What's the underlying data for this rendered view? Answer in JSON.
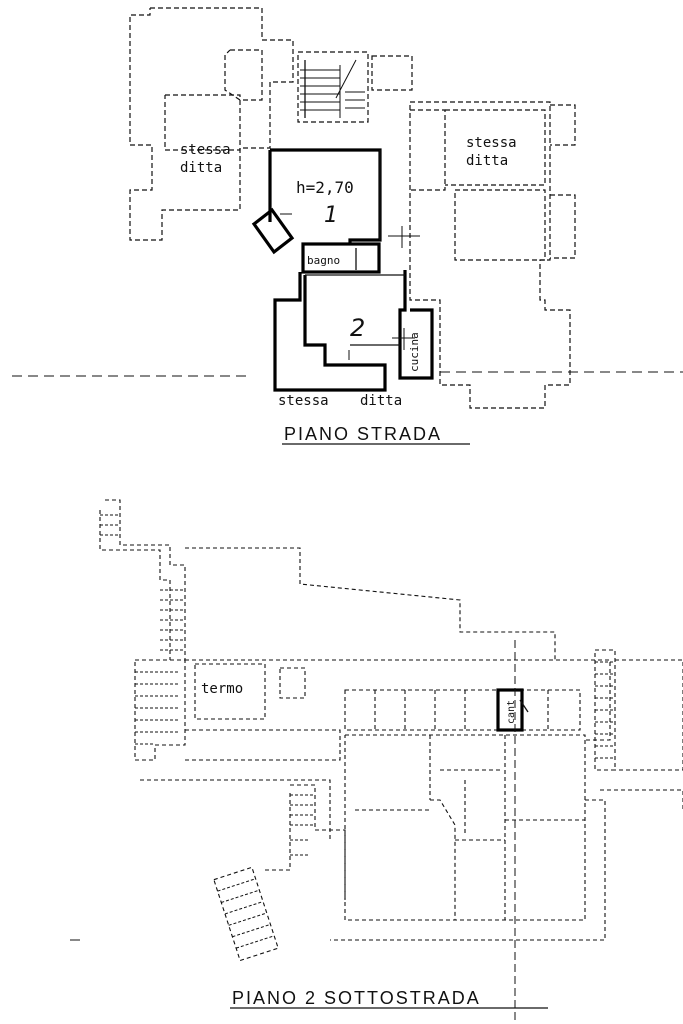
{
  "plan_top": {
    "title": "PIANO STRADA",
    "height_label": "h=2,70",
    "room_number": "1",
    "room_number_2": "2",
    "room_labels": {
      "stessa_ditta_left": [
        "stessa",
        "ditta"
      ],
      "stessa_ditta_right": [
        "stessa",
        "ditta"
      ],
      "stessa_ditta_bottom": [
        "stessa",
        "ditta"
      ],
      "bagno": "bagno",
      "cucina": "cucina"
    }
  },
  "plan_bottom": {
    "title": "PIANO 2 SOTTOSTRADA",
    "room_labels": {
      "termo": "termo",
      "cant": "cant"
    }
  }
}
